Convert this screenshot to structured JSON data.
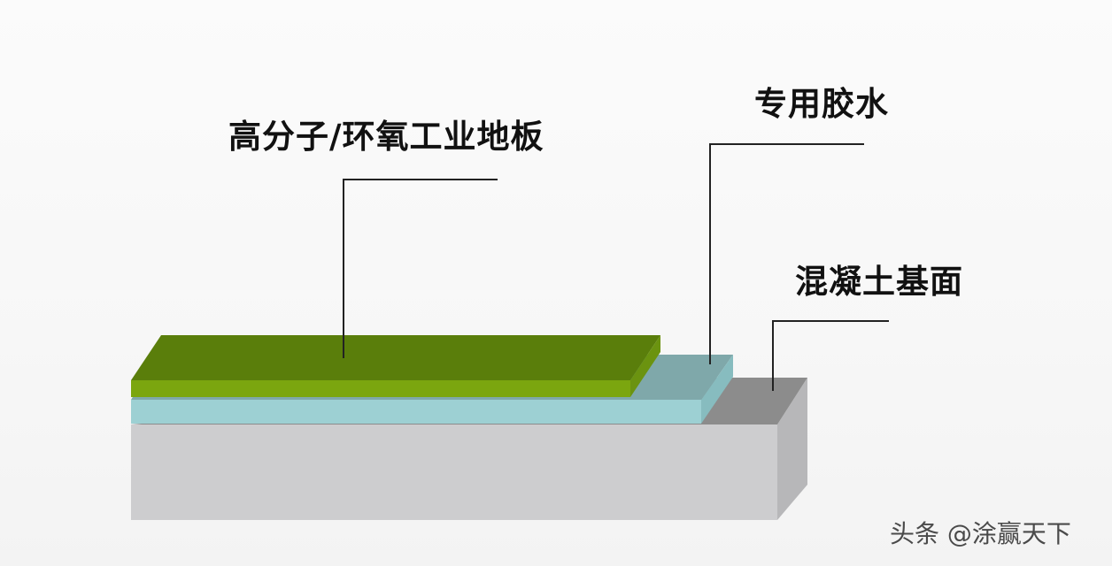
{
  "labels": {
    "floor": "高分子/环氧工业地板",
    "glue": "专用胶水",
    "base": "混凝土基面"
  },
  "watermark": "头条 @涂赢天下",
  "colors": {
    "floor_top": "#5a7d0a",
    "floor_front": "#7aa50f",
    "glue_top": "#7ea7aa",
    "glue_front": "#9ccfd2",
    "concrete_top": "#8a8a8a",
    "concrete_front": "#cdcdcf",
    "concrete_side": "#b5b5b7",
    "leader_line": "#222222"
  }
}
